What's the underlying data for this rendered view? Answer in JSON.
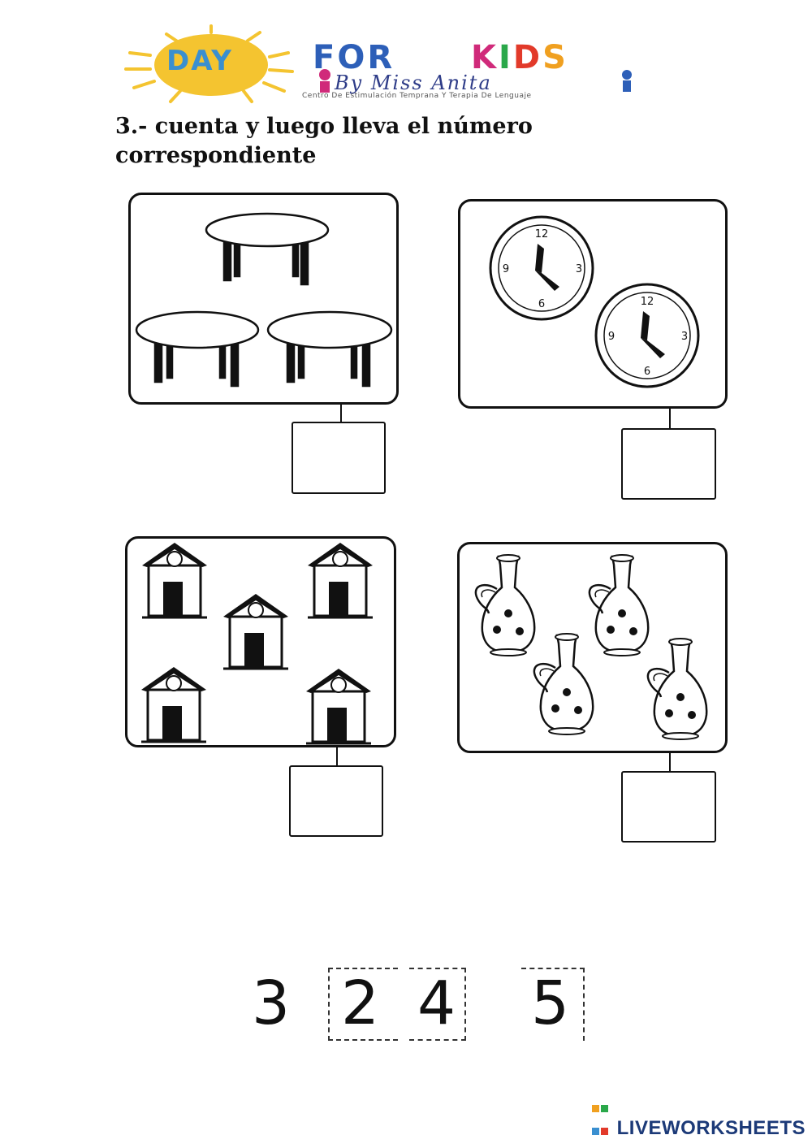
{
  "header": {
    "logo_day": "DAY",
    "logo_for": "FOR",
    "logo_kids": "KIDS",
    "logo_by": "By Miss Anita",
    "logo_subtitle": "Centro De Estimulación Temprana Y Terapia De Lenguaje"
  },
  "instruction": {
    "line1": "3.- cuenta y luego lleva el número",
    "line2": "correspondiente"
  },
  "cards": [
    {
      "items": "tables",
      "answer": ""
    },
    {
      "items": "clocks",
      "answer": ""
    },
    {
      "items": "houses",
      "answer": ""
    },
    {
      "items": "vases",
      "answer": ""
    }
  ],
  "number_tiles": [
    "3",
    "2",
    "4",
    "5"
  ],
  "clock_labels": [
    "12",
    "3",
    "6",
    "9"
  ],
  "footer": {
    "brand": "LIVEWORKSHEETS"
  },
  "colors": {
    "sun": "#f4c430",
    "kids_k": "#d02a7a",
    "kids_i": "#2aa84a",
    "kids_d": "#e23a2a",
    "kids_s": "#f0a020",
    "brand": "#1c3a78"
  }
}
